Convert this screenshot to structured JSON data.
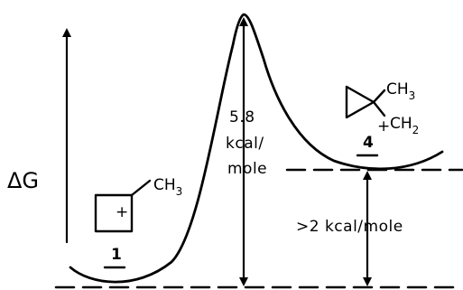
{
  "axis": {
    "label": "ΔG"
  },
  "structure_1": {
    "substituent": "CH",
    "substituent_sub": "3",
    "charge": "+",
    "number": "1"
  },
  "structure_4": {
    "substituent_top": "CH",
    "substituent_top_sub": "3",
    "substituent_bottom": "CH",
    "substituent_bottom_sub": "2",
    "charge": "+",
    "number": "4"
  },
  "barrier": {
    "lines": [
      "5.8",
      "kcal/",
      "mole"
    ]
  },
  "energy_difference": {
    "label": ">2 kcal/mole"
  }
}
